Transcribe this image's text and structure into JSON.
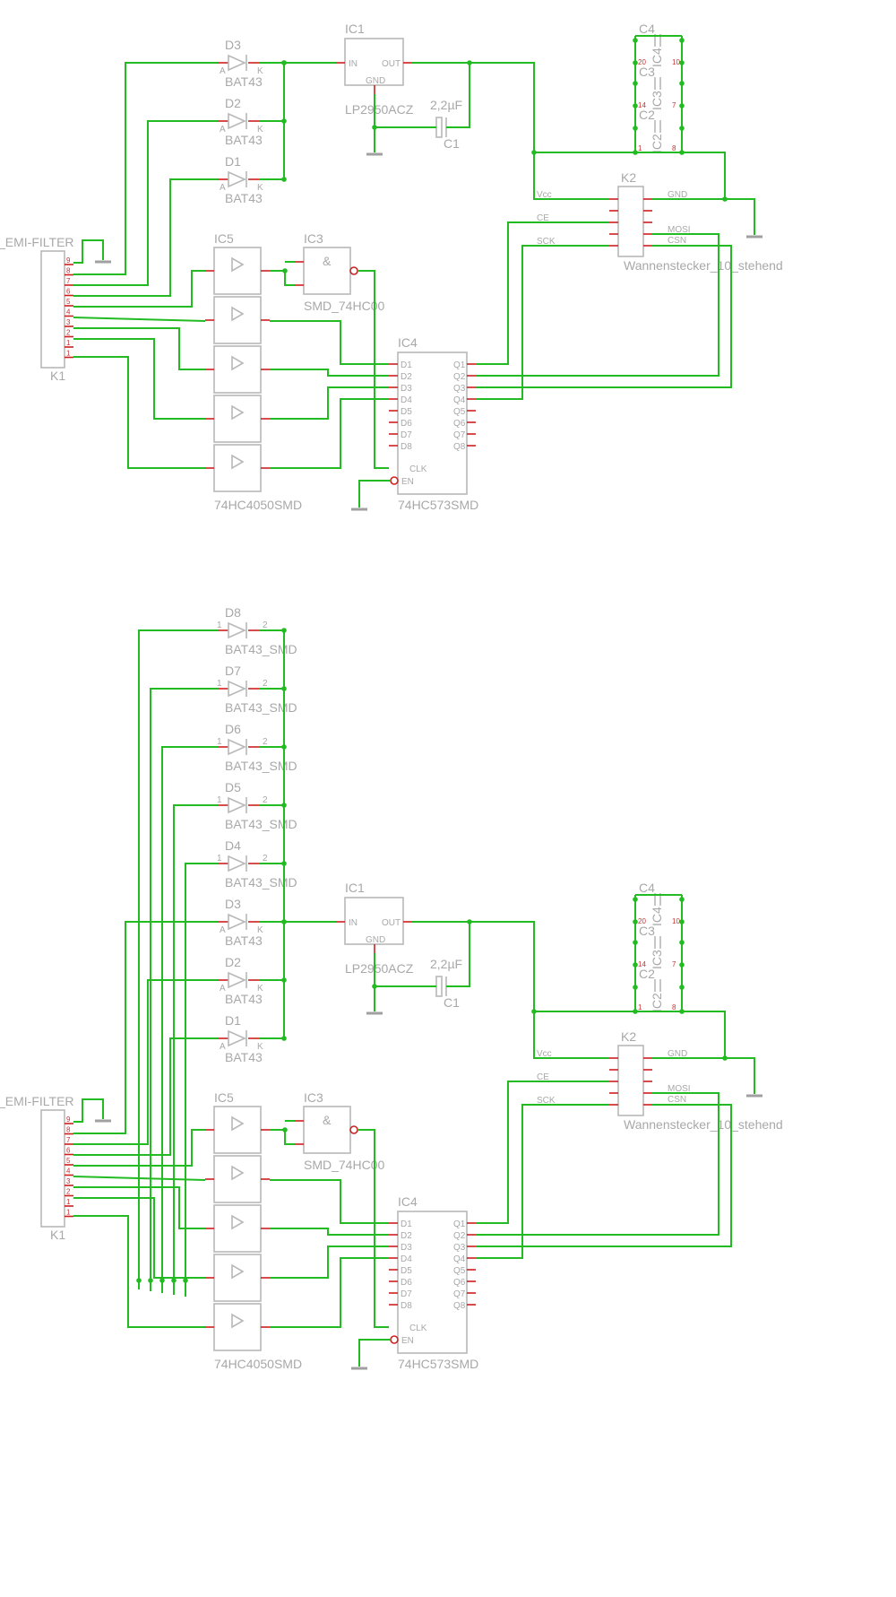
{
  "top": {
    "diodes": [
      {
        "ref": "D3",
        "value": "BAT43"
      },
      {
        "ref": "D2",
        "value": "BAT43"
      },
      {
        "ref": "D1",
        "value": "BAT43"
      }
    ],
    "regulator": {
      "ref": "IC1",
      "value": "LP2950ACZ",
      "pin_in": "IN",
      "pin_out": "OUT",
      "pin_gnd": "GND"
    },
    "cap_c1": {
      "ref": "C1",
      "value": "2,2µF"
    },
    "decoupling": [
      {
        "cap": "C4",
        "ic": "IC4",
        "pins": [
          "20",
          "10"
        ]
      },
      {
        "cap": "C3",
        "ic": "IC3",
        "pins": [
          "14",
          "7"
        ]
      },
      {
        "cap": "C2",
        "ic": "IC2",
        "pins": [
          "1",
          "8"
        ]
      }
    ],
    "nand": {
      "ref": "IC3",
      "value": "SMD_74HC00",
      "symbol": "&"
    },
    "buffer": {
      "ref": "IC5",
      "value": "74HC4050SMD"
    },
    "latch": {
      "ref": "IC4",
      "value": "74HC573SMD",
      "d": [
        "D1",
        "D2",
        "D3",
        "D4",
        "D5",
        "D6",
        "D7",
        "D8"
      ],
      "q": [
        "Q1",
        "Q2",
        "Q3",
        "Q4",
        "Q5",
        "Q6",
        "Q7",
        "Q8"
      ],
      "clk": "CLK",
      "en": "EN"
    },
    "connector_k1": {
      "ref": "K1",
      "value": "_EMI-FILTER"
    },
    "connector_k2": {
      "ref": "K2",
      "value": "Wannenstecker_10_stehend",
      "left": [
        "Vcc",
        "CE",
        "SCK"
      ],
      "right": [
        "GND",
        "MOSI",
        "CSN"
      ]
    }
  },
  "bottom": {
    "diodes": [
      {
        "ref": "D8",
        "value": "BAT43_SMD"
      },
      {
        "ref": "D7",
        "value": "BAT43_SMD"
      },
      {
        "ref": "D6",
        "value": "BAT43_SMD"
      },
      {
        "ref": "D5",
        "value": "BAT43_SMD"
      },
      {
        "ref": "D4",
        "value": "BAT43_SMD"
      },
      {
        "ref": "D3",
        "value": "BAT43"
      },
      {
        "ref": "D2",
        "value": "BAT43"
      },
      {
        "ref": "D1",
        "value": "BAT43"
      }
    ],
    "regulator": {
      "ref": "IC1",
      "value": "LP2950ACZ",
      "pin_in": "IN",
      "pin_out": "OUT",
      "pin_gnd": "GND"
    },
    "cap_c1": {
      "ref": "C1",
      "value": "2,2µF"
    },
    "decoupling": [
      {
        "cap": "C4",
        "ic": "IC4",
        "pins": [
          "20",
          "10"
        ]
      },
      {
        "cap": "C3",
        "ic": "IC3",
        "pins": [
          "14",
          "7"
        ]
      },
      {
        "cap": "C2",
        "ic": "IC2",
        "pins": [
          "1",
          "8"
        ]
      }
    ],
    "nand": {
      "ref": "IC3",
      "value": "SMD_74HC00",
      "symbol": "&"
    },
    "buffer": {
      "ref": "IC5",
      "value": "74HC4050SMD"
    },
    "latch": {
      "ref": "IC4",
      "value": "74HC573SMD",
      "d": [
        "D1",
        "D2",
        "D3",
        "D4",
        "D5",
        "D6",
        "D7",
        "D8"
      ],
      "q": [
        "Q1",
        "Q2",
        "Q3",
        "Q4",
        "Q5",
        "Q6",
        "Q7",
        "Q8"
      ],
      "clk": "CLK",
      "en": "EN"
    },
    "connector_k1": {
      "ref": "K1",
      "value": "_EMI-FILTER"
    },
    "connector_k2": {
      "ref": "K2",
      "value": "Wannenstecker_10_stehend",
      "left": [
        "Vcc",
        "CE",
        "SCK"
      ],
      "right": [
        "GND",
        "MOSI",
        "CSN"
      ]
    }
  },
  "colors": {
    "wire": "#22bb22",
    "pin": "#cc2020",
    "outline": "#b8b8b8",
    "text": "#a8a8a8"
  }
}
